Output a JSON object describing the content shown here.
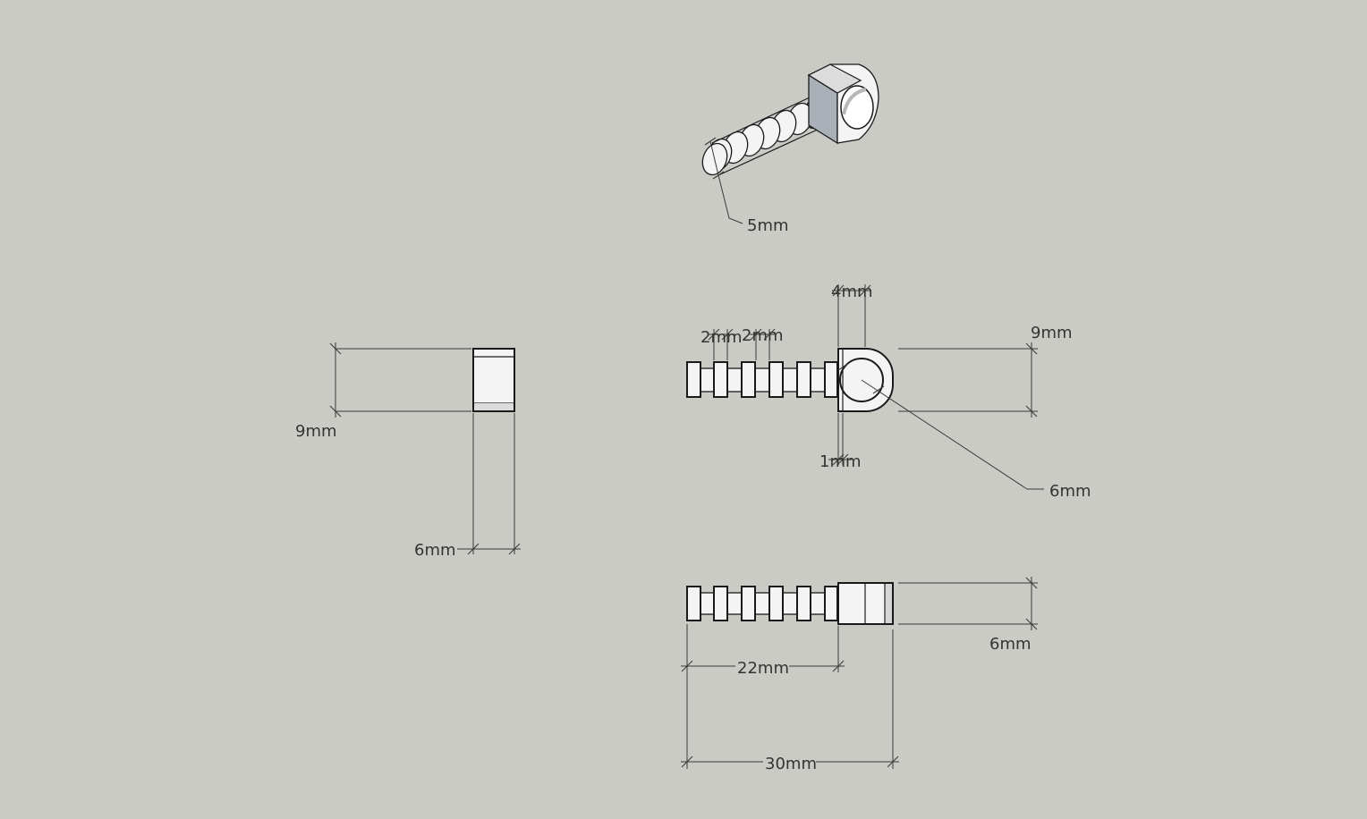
{
  "diagram": {
    "background_color": "#cbcbc6",
    "part_fill": "#f4f4f4",
    "part_shadow": "#a9b0b8",
    "dimensions": {
      "iso_diameter": "5mm",
      "side_height": "9mm",
      "side_width": "6mm",
      "front_ring_width": "4mm",
      "front_rib_1": "2mm",
      "front_rib_2": "2mm",
      "front_height": "9mm",
      "front_gap": "1mm",
      "front_radius": "6mm",
      "top_height": "6mm",
      "top_shank_length": "22mm",
      "top_total_length": "30mm"
    }
  }
}
